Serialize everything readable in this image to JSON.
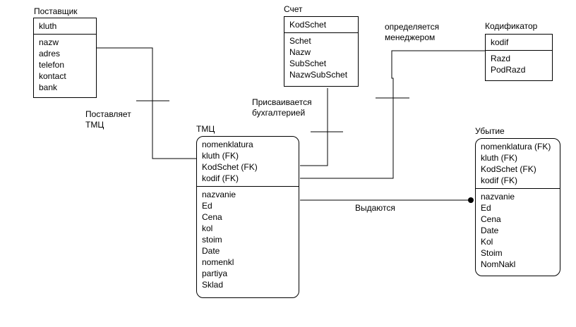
{
  "entities": {
    "supplier": {
      "title": "Поставщик",
      "keys": [
        "kluth"
      ],
      "attributes": [
        "nazw",
        "adres",
        "telefon",
        "kontact",
        "bank"
      ]
    },
    "account": {
      "title": "Счет",
      "keys": [
        "KodSchet"
      ],
      "attributes": [
        "Schet",
        "Nazw",
        "SubSchet",
        "NazwSubSchet"
      ]
    },
    "codifier": {
      "title": "Кодификатор",
      "keys": [
        "kodif"
      ],
      "attributes": [
        "Razd",
        "PodRazd"
      ]
    },
    "tmc": {
      "title": "ТМЦ",
      "keys": [
        "nomenklatura",
        "kluth (FK)",
        "KodSchet (FK)",
        "kodif (FK)"
      ],
      "attributes": [
        "nazvanie",
        "Ed",
        "Cena",
        "kol",
        "stoim",
        "Date",
        "nomenkl",
        "partiya",
        "Sklad"
      ]
    },
    "disposal": {
      "title": "Убытие",
      "keys": [
        "nomenklatura (FK)",
        "kluth (FK)",
        "KodSchet (FK)",
        "kodif (FK)"
      ],
      "attributes": [
        "nazvanie",
        "Ed",
        "Cena",
        "Date",
        "Kol",
        "Stoim",
        "NomNakl"
      ]
    }
  },
  "relationships": {
    "supplies": "Поставляет\nТМЦ",
    "assigned_by_accounting": "Присваивается\nбухгалтерией",
    "defined_by_manager": "определяется\nменеджером",
    "issued": "Выдаются"
  }
}
